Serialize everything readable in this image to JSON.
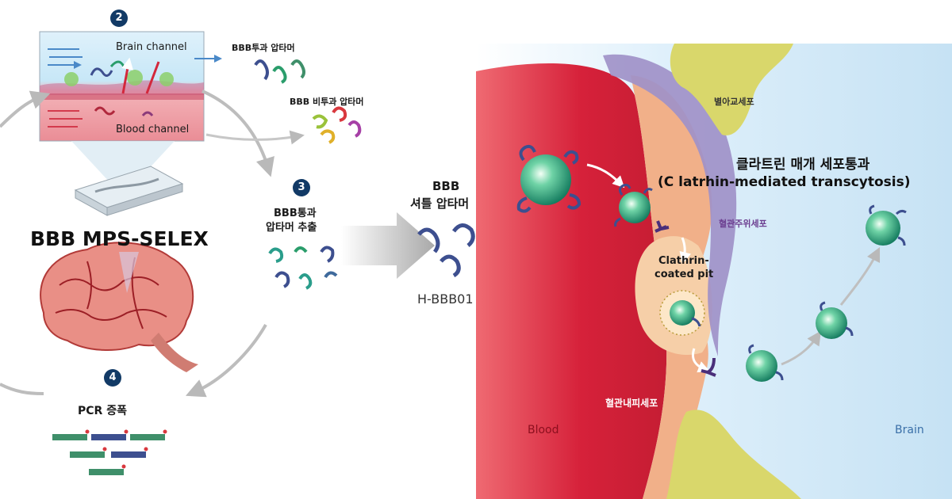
{
  "steps": {
    "s2": "2",
    "s3": "3",
    "s4": "4"
  },
  "chip": {
    "brain_channel": "Brain channel",
    "blood_channel": "Blood channel"
  },
  "method": {
    "title": "BBB MPS-SELEX"
  },
  "aptamers": {
    "passing": "BBB투과 압타머",
    "non_passing": "BBB 비투과 압타머",
    "extract_line1": "BBB통과",
    "extract_line2": "압타머 추출",
    "shuttle_line1": "BBB",
    "shuttle_line2": "셔틀 압타머",
    "name": "H-BBB01"
  },
  "pcr": {
    "label": "PCR 증폭"
  },
  "tissue": {
    "astrocyte": "별아교세포",
    "pericyte": "혈관주위세포",
    "endothelial": "혈관내피세포",
    "pit_line1": "Clathrin-",
    "pit_line2": "coated pit",
    "title_ko": "클라트린 매개 세포통과",
    "title_en": "(C latrhin-mediated transcytosis)",
    "blood": "Blood",
    "brain": "Brain"
  },
  "colors": {
    "step_badge": "#123a66",
    "blood_red": "#d8263a",
    "brain_blue": "#cfe6f6",
    "endothelium": "#f2b48a",
    "astrocyte": "#d9d86a",
    "pericyte": "#9f8fc9",
    "nanoparticle": "#2aa17f",
    "aptamer": "#3d4f8f"
  }
}
